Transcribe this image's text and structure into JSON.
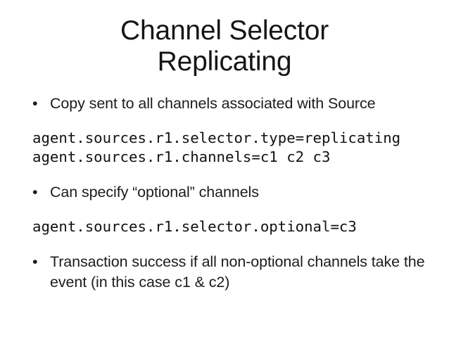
{
  "slide": {
    "title": "Channel Selector\nReplicating",
    "background_color": "#ffffff",
    "text_color": "#1a1a1a",
    "bullet_glyph": "•",
    "blocks": [
      {
        "kind": "bullet",
        "name": "bullet-copy-sent",
        "text": "Copy sent to all channels associated with Source"
      },
      {
        "kind": "code",
        "name": "code-selector-type",
        "text": "agent.sources.r1.selector.type=replicating"
      },
      {
        "kind": "code",
        "name": "code-channels",
        "text": "agent.sources.r1.channels=c1 c2 c3"
      },
      {
        "kind": "bullet",
        "name": "bullet-optional-channels",
        "text": "Can specify “optional” channels"
      },
      {
        "kind": "code",
        "name": "code-selector-optional",
        "text": "agent.sources.r1.selector.optional=c3"
      },
      {
        "kind": "bullet",
        "name": "bullet-transaction-success",
        "text": "Transaction success if all non-optional channels take the event (in this case c1 & c2)"
      }
    ]
  }
}
